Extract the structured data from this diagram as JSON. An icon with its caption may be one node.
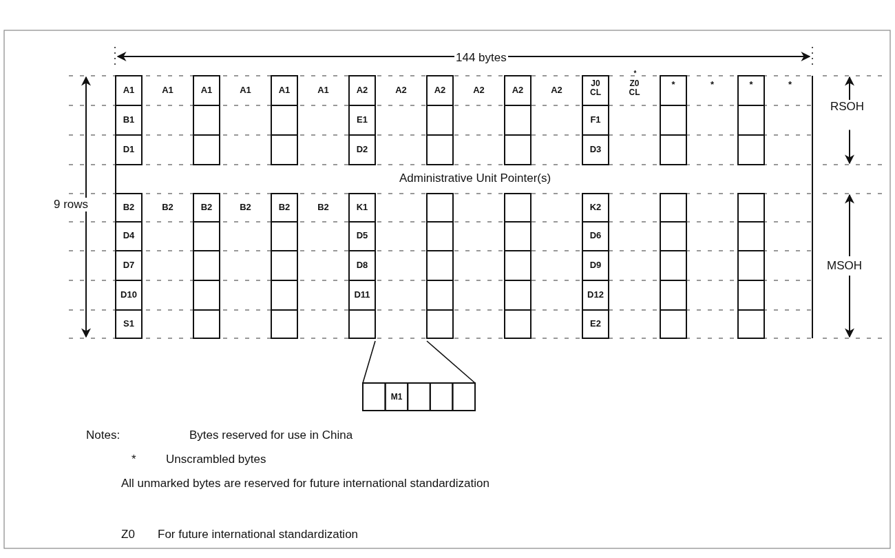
{
  "diagram": {
    "labels": [
      "144 bytes",
      "A1",
      "A1",
      "A1",
      "A1",
      "A1",
      "A1",
      "A2",
      "A2",
      "A2",
      "A2",
      "A2",
      "A2",
      "J0 CL",
      "*",
      "Z0 CL",
      "*",
      "*",
      "*",
      "*",
      "B1",
      "E1",
      "F1",
      "RSOH",
      "D1",
      "D2",
      "D3",
      "Administrative Unit Pointer(s)",
      "9 rows",
      "B2",
      "B2",
      "B2",
      "B2",
      "B2",
      "B2",
      "K1",
      "K2",
      "D4",
      "D5",
      "D6",
      "D7",
      "D8",
      "D9",
      "MSOH",
      "D10",
      "D11",
      "D12",
      "S1",
      "E2",
      "M1",
      "Notes:",
      "Bytes reserved for use in China",
      "*",
      "Unscrambled bytes",
      "All unmarked bytes are reserved for future international standardization",
      "Z0",
      "For future international standardization"
    ]
  }
}
